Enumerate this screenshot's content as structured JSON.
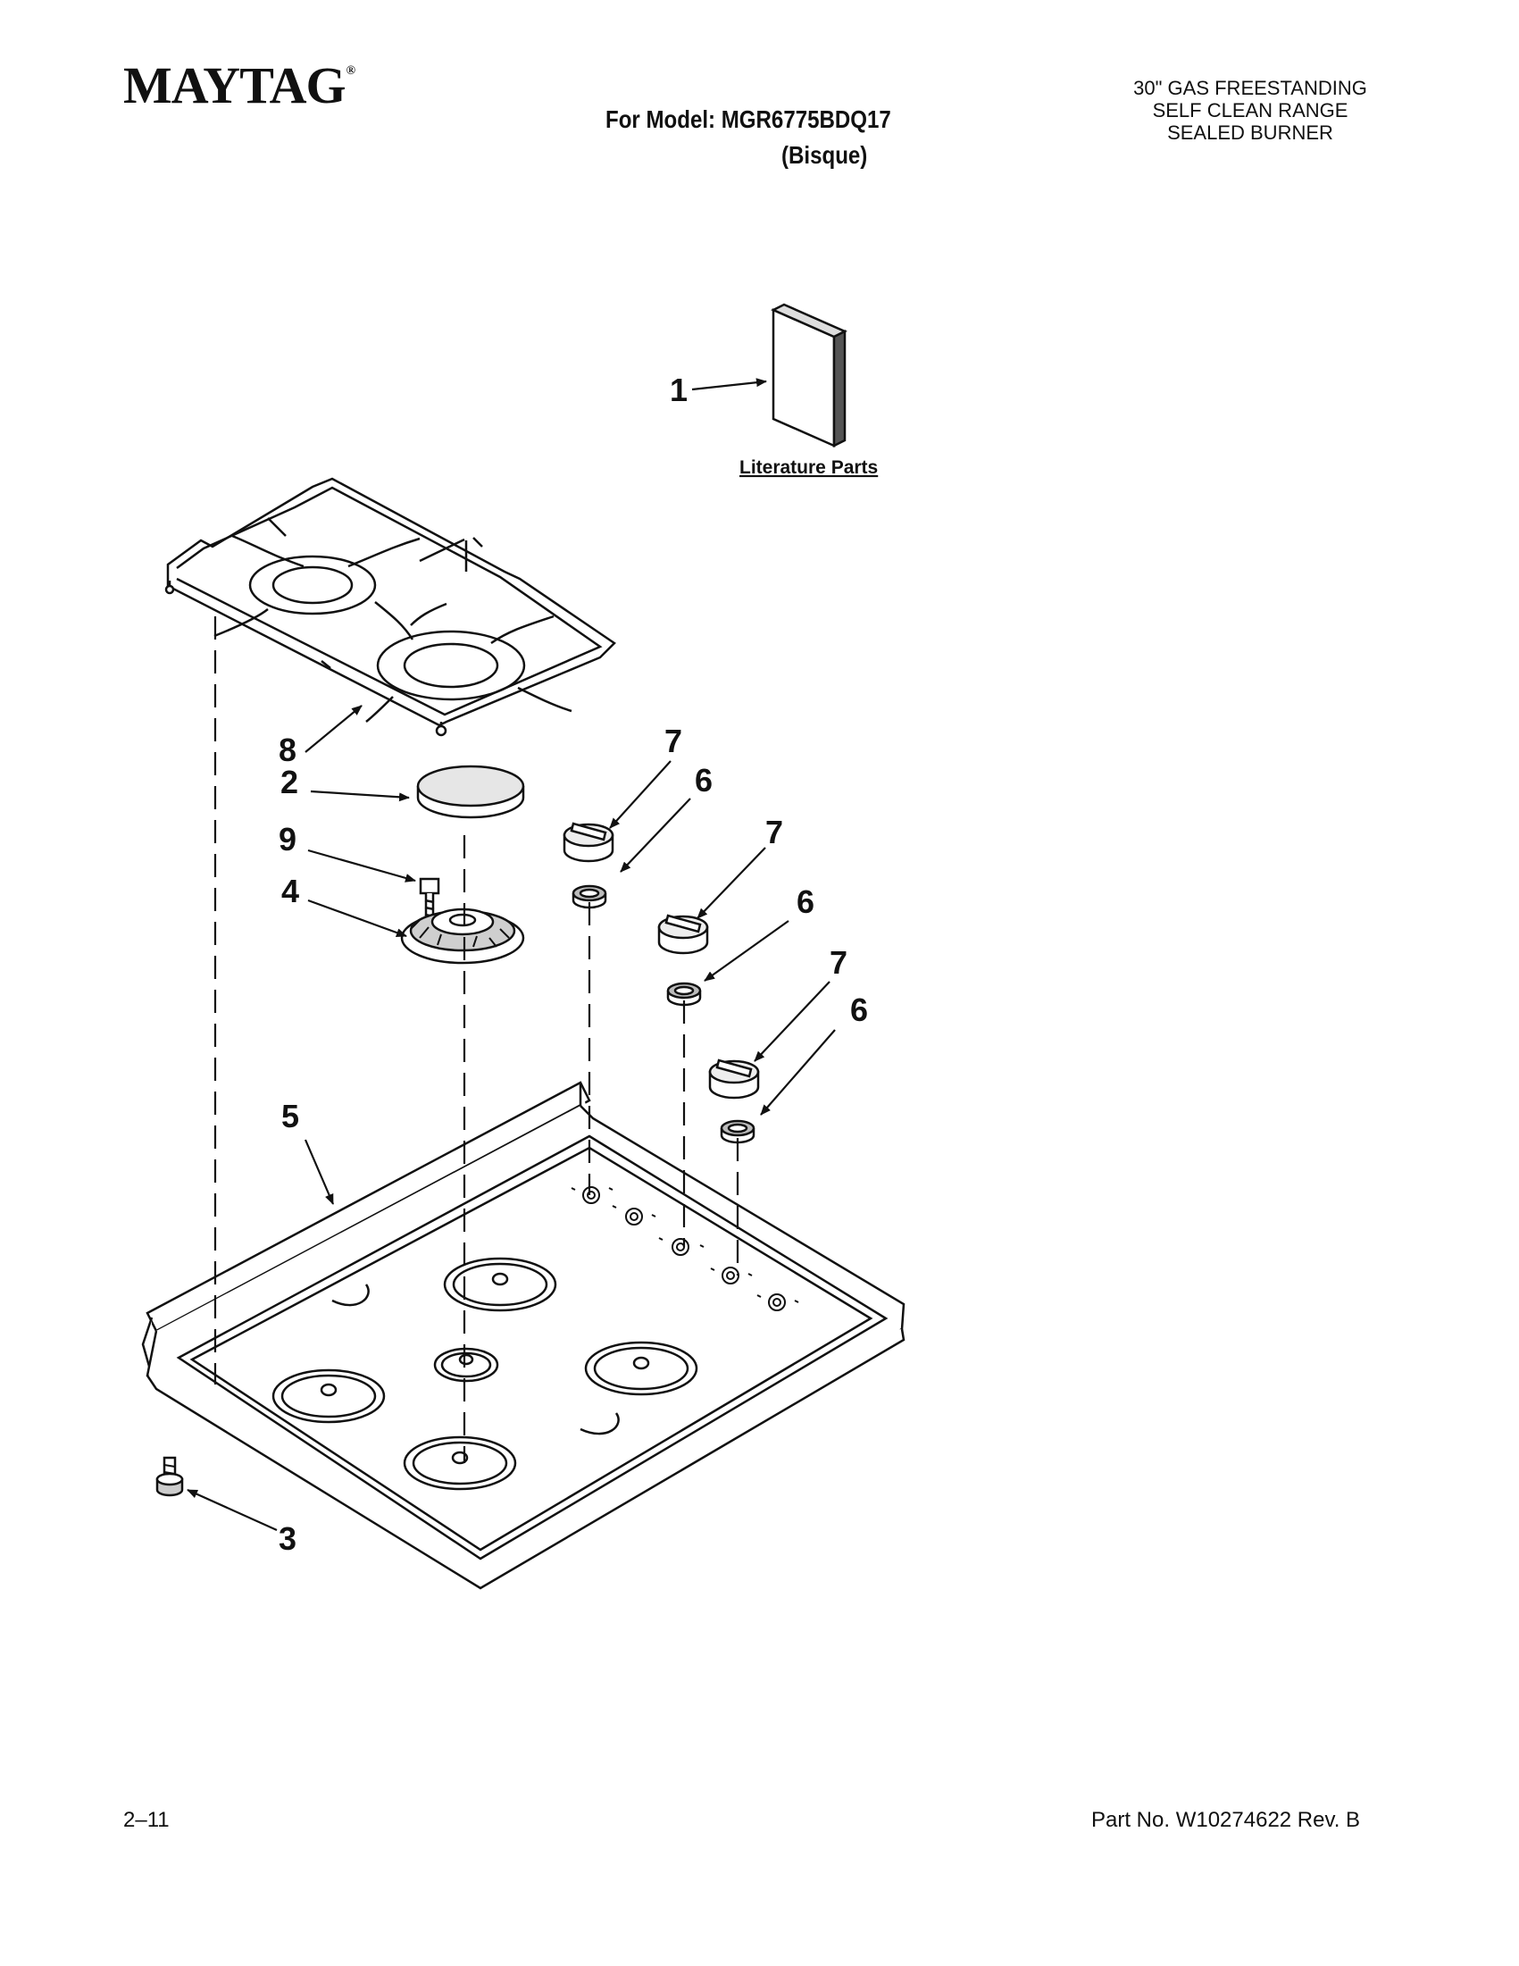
{
  "header": {
    "brand": "MAYTAG",
    "model_line": "For Model: MGR6775BDQ17",
    "variant": "(Bisque)",
    "product_lines": [
      "30\" GAS FREESTANDING",
      "SELF CLEAN RANGE",
      "SEALED BURNER"
    ]
  },
  "diagram": {
    "literature_label": "Literature Parts",
    "callouts": {
      "literature": "1",
      "burner_cap": "2",
      "leveling_leg": "3",
      "burner_base": "4",
      "cooktop": "5",
      "bezel_1": "6",
      "bezel_2": "6",
      "bezel_3": "6",
      "knob_1": "7",
      "knob_2": "7",
      "knob_3": "7",
      "grate": "8",
      "screw": "9"
    }
  },
  "footer": {
    "page_code": "2–11",
    "part_number": "Part No. W10274622 Rev. B"
  }
}
